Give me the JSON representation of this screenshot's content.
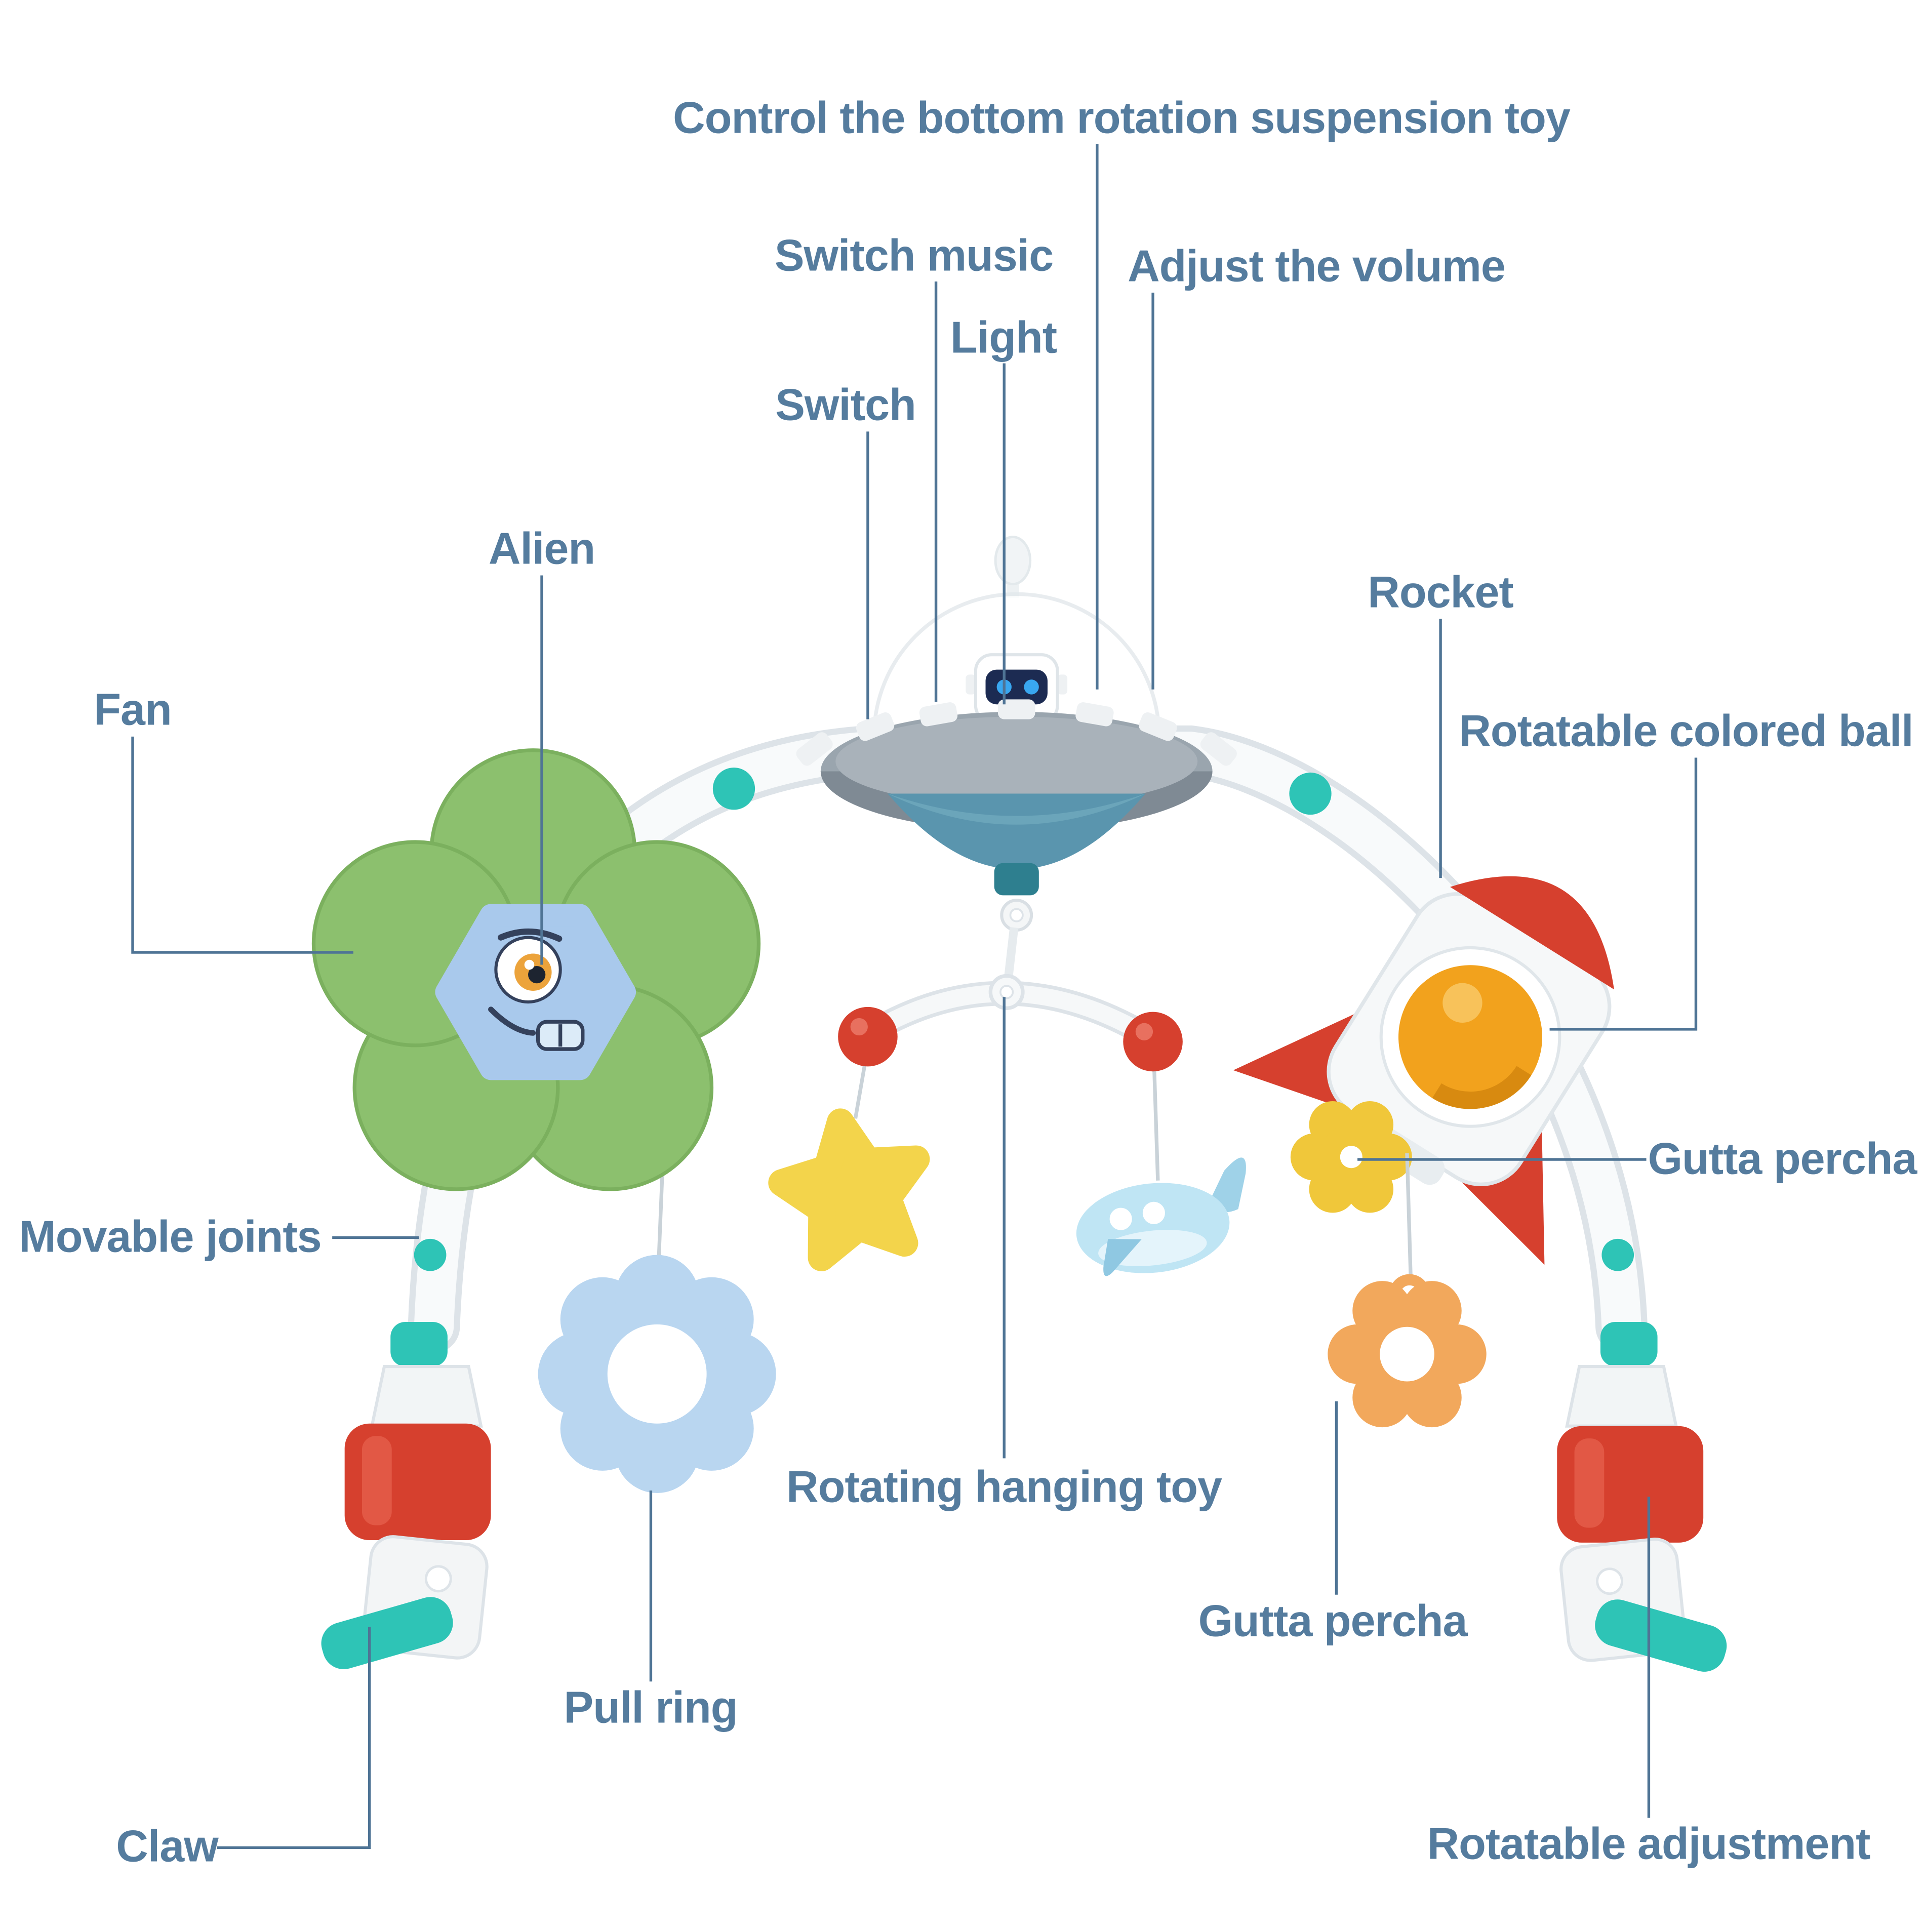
{
  "page": {
    "background": "#ffffff"
  },
  "diagram": {
    "labels": {
      "control": "Control the bottom rotation suspension toy",
      "switch_music": "Switch music",
      "light": "Light",
      "switch": "Switch",
      "adjust_volume": "Adjust the volume",
      "alien": "Alien",
      "fan": "Fan",
      "rocket": "Rocket",
      "rotatable_colored_ball": "Rotatable colored ball",
      "movable_joints": "Movable joints",
      "gutta_percha_right": "Gutta percha",
      "rotating_hanging_toy": "Rotating hanging toy",
      "gutta_percha_bottom": "Gutta percha",
      "pull_ring": "Pull ring",
      "claw": "Claw",
      "rotatable_adjustment": "Rotatable adjustment"
    },
    "colors": {
      "label_text": "#557c9e",
      "leader_line": "#4f7495",
      "teal": "#2ec4b6",
      "red": "#d6402e",
      "green": "#8cc06e",
      "yellow": "#f3d44b",
      "orange": "#f2a85c",
      "light_blue": "#b9d6f0",
      "ufo_gray": "#9aa5ae"
    }
  }
}
